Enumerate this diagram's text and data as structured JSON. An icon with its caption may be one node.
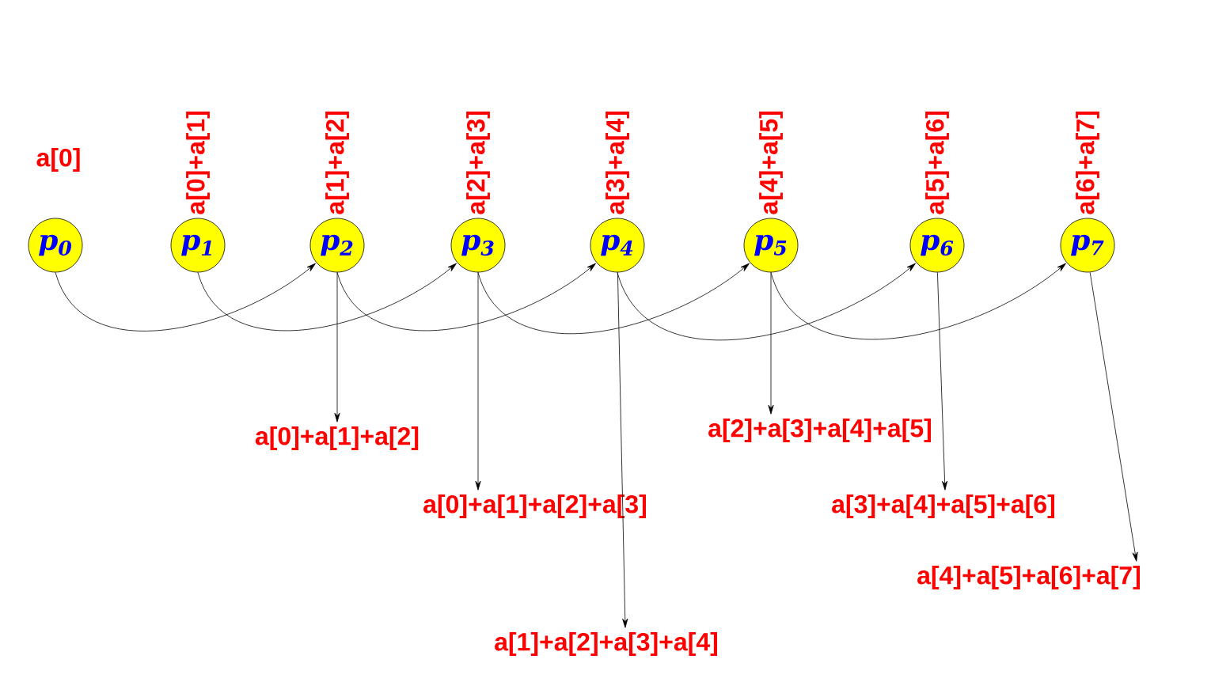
{
  "diagram": {
    "nodes": [
      {
        "text": [
          "p$_{0}$"
        ],
        "beside": [
          "a[0]"
        ]
      },
      {
        "text": [
          "p$_{1}$"
        ],
        "beside": [
          "a[0]+a[1]"
        ]
      },
      {
        "text": [
          "p$_{2}$"
        ],
        "beside": [
          "a[1]+a[2]"
        ]
      },
      {
        "text": [
          "p$_{3}$"
        ],
        "beside": [
          "a[2]+a[3]"
        ]
      },
      {
        "text": [
          "p$_{4}$"
        ],
        "beside": [
          "a[3]+a[4]"
        ]
      },
      {
        "text": [
          "p$_{5}$"
        ],
        "beside": [
          "a[4]+a[5]"
        ]
      },
      {
        "text": [
          "p$_{6}$"
        ],
        "beside": [
          "a[5]+a[6]"
        ]
      },
      {
        "text": [
          "p$_{7}$"
        ],
        "beside": [
          "a[6]+a[7]"
        ]
      },
      {
        "text": [
          "a[0]+a[1]+a[2]"
        ]
      },
      {
        "text": [
          "a[0]+a[1]+a[2]+a[3]"
        ]
      },
      {
        "text": [
          "a[1]+a[2]+a[3]+a[4]"
        ]
      },
      {
        "text": [
          "a[2]+a[3]+a[4]+a[5]"
        ]
      },
      {
        "text": [
          "a[3]+a[4]+a[5]+a[6]"
        ]
      },
      {
        "text": [
          "a[4]+a[5]+a[6]+a[7]"
        ]
      }
    ],
    "edges": [
      {
        "from": 0,
        "to": 2,
        "arrow": "to"
      },
      {
        "from": 1,
        "to": 3,
        "arrow": "to"
      },
      {
        "from": 2,
        "to": 4,
        "arrow": "to"
      },
      {
        "from": 3,
        "to": 5,
        "arrow": "to"
      },
      {
        "from": 4,
        "to": 6,
        "arrow": "to"
      },
      {
        "from": 5,
        "to": 7,
        "arrow": "to"
      },
      {
        "from": 2,
        "to": 8,
        "arrow": "to"
      },
      {
        "from": 3,
        "to": 9,
        "arrow": "to"
      },
      {
        "from": 4,
        "to": 10,
        "arrow": "to"
      },
      {
        "from": 5,
        "to": 11,
        "arrow": "to"
      },
      {
        "from": 6,
        "to": 12,
        "arrow": "to"
      },
      {
        "from": 7,
        "to": 13,
        "arrow": "to"
      }
    ]
  }
}
